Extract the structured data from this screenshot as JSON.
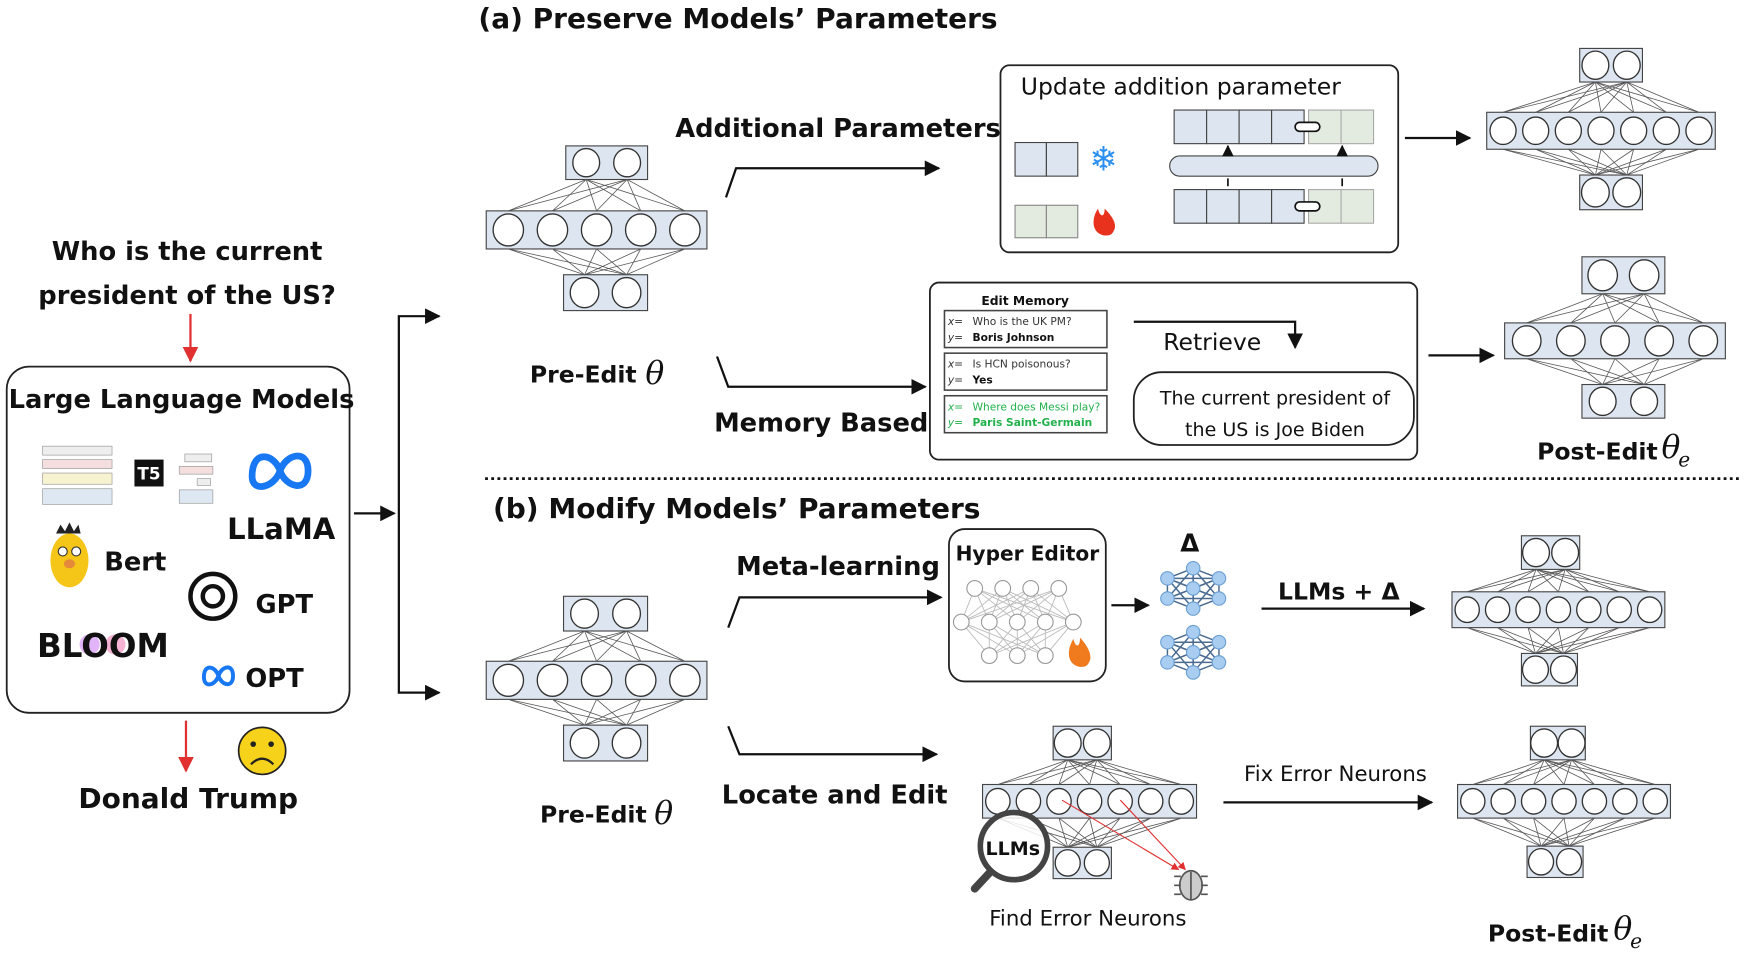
{
  "section_a": {
    "title": "(a) Preserve Models’ Parameters"
  },
  "section_b": {
    "title": "(b) Modify Models’ Parameters"
  },
  "question": {
    "line1": "Who is the current",
    "line2": "president of the US?"
  },
  "llm_box": {
    "title": "Large Language Models",
    "models": [
      "T5",
      "LLaMA",
      "Bert",
      "GPT",
      "BLOOM",
      "OPT"
    ]
  },
  "answer_wrong": "Donald Trump",
  "pre_edit_label": "Pre-Edit",
  "post_edit_label": "Post-Edit",
  "theta": "θ",
  "theta_e_sub": "e",
  "additional_parameters": {
    "label": "Additional Parameters",
    "box_title": "Update addition parameter",
    "frozen_icon": "snowflake-icon",
    "trainable_icon": "fire-icon"
  },
  "memory_based": {
    "label": "Memory Based",
    "memory_title": "Edit Memory",
    "entries": [
      {
        "x": "Who is the UK PM?",
        "y": "Boris Johnson",
        "highlight": false
      },
      {
        "x": "Is HCN poisonous?",
        "y": "Yes",
        "highlight": false
      },
      {
        "x": "Where does Messi play?",
        "y": "Paris Saint-Germain",
        "highlight": true
      }
    ],
    "retrieve_label": "Retrieve",
    "answer_line1": "The current president of",
    "answer_line2": "the US is Joe Biden"
  },
  "meta_learning": {
    "label": "Meta-learning",
    "hyper_editor": "Hyper Editor",
    "delta": "Δ",
    "combine_label": "LLMs + Δ"
  },
  "locate_edit": {
    "label": "Locate and Edit",
    "magnifier_text": "LLMs",
    "find_label": "Find Error Neurons",
    "fix_label": "Fix Error Neurons"
  },
  "colors": {
    "edited_neuron": "#2db36a",
    "error_neuron": "#cc2f2f",
    "added_neuron": "#7fb55a",
    "accent_red": "#e03030",
    "panel_blue": "#dde6f0",
    "panel_green": "#e3ebe0"
  }
}
